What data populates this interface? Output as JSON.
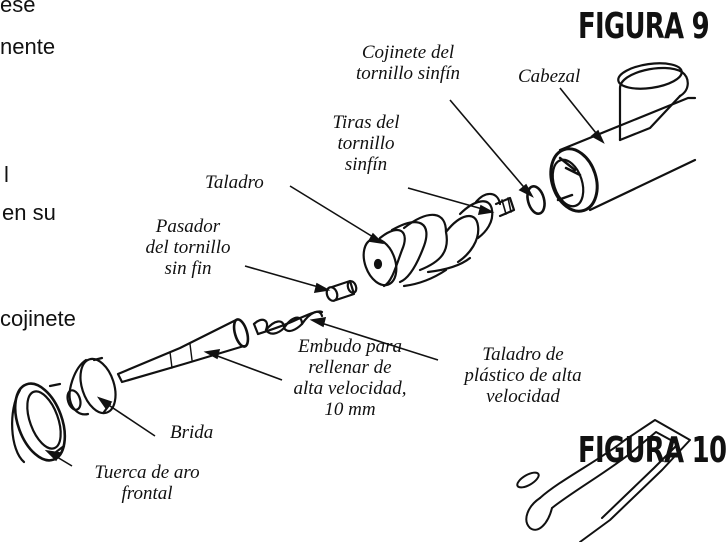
{
  "text_fragments": [
    "ese",
    "nente",
    "l",
    "en su",
    "cojinete"
  ],
  "figure9": {
    "title": "FIGURA 9",
    "labels": {
      "cojinete": [
        "Cojinete del",
        "tornillo sinfín"
      ],
      "cabezal": "Cabezal",
      "tiras": [
        "Tiras del",
        "tornillo",
        "sinfín"
      ],
      "taladro": "Taladro",
      "pasador": [
        "Pasador",
        "del tornillo",
        "sin fin"
      ],
      "embudo": [
        "Embudo para",
        "rellenar de",
        "alta velocidad,",
        "10 mm"
      ],
      "taladro_plastico": [
        "Taladro de",
        "plástico de alta",
        "velocidad"
      ],
      "brida": "Brida",
      "tuerca": [
        "Tuerca de aro",
        "frontal"
      ]
    }
  },
  "figure10": {
    "title": "FIGURA 10"
  }
}
